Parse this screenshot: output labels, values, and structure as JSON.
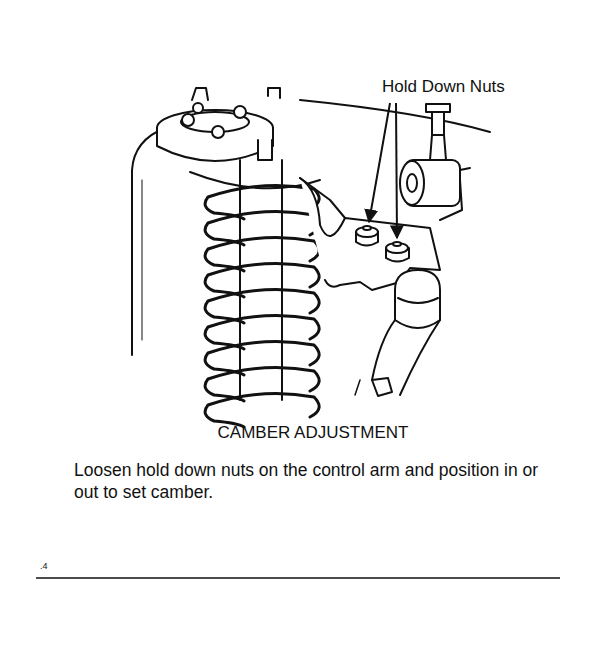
{
  "diagram": {
    "title": "CAMBER ADJUSTMENT",
    "caption": "Loosen hold down nuts on the control arm and position in or out to set camber.",
    "labels": [
      "Hold Down Nuts",
      ".4"
    ]
  }
}
